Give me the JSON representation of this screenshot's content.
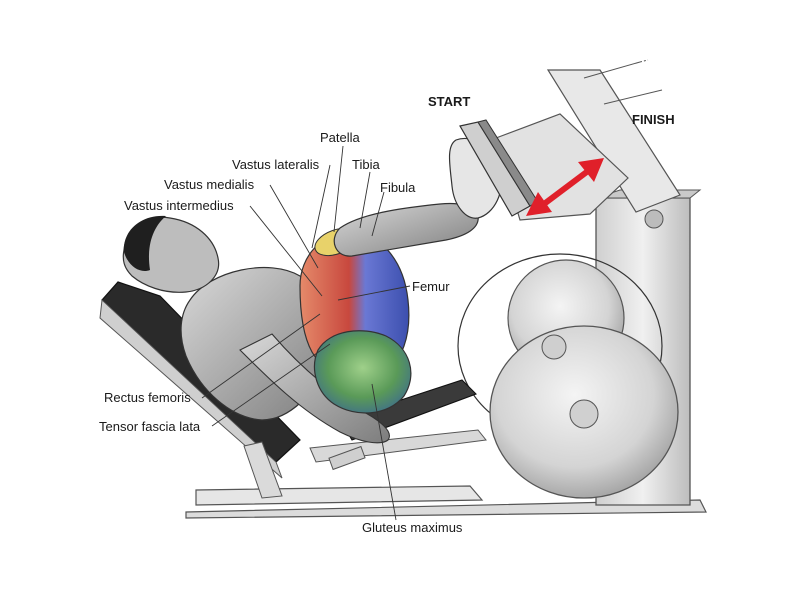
{
  "phases": {
    "start": "START",
    "finish": "FINISH"
  },
  "muscles": {
    "patella": "Patella",
    "vastus_lateralis": "Vastus lateralis",
    "tibia": "Tibia",
    "vastus_medialis": "Vastus medialis",
    "fibula": "Fibula",
    "vastus_intermedius": "Vastus intermedius",
    "femur": "Femur",
    "rectus_femoris": "Rectus femoris",
    "tensor_fascia_lata": "Tensor fascia lata",
    "gluteus_maximus": "Gluteus maximus"
  },
  "colors": {
    "arrow": "#e0202a",
    "machine": "#d9d9d9",
    "machine_edge": "#5a5a5a",
    "skin": "#b9b9b9",
    "quad_red": "#d8524a",
    "quad_blue": "#5a6fd0",
    "glute_green": "#6aa15c",
    "knee_yellow": "#e8d26a"
  }
}
